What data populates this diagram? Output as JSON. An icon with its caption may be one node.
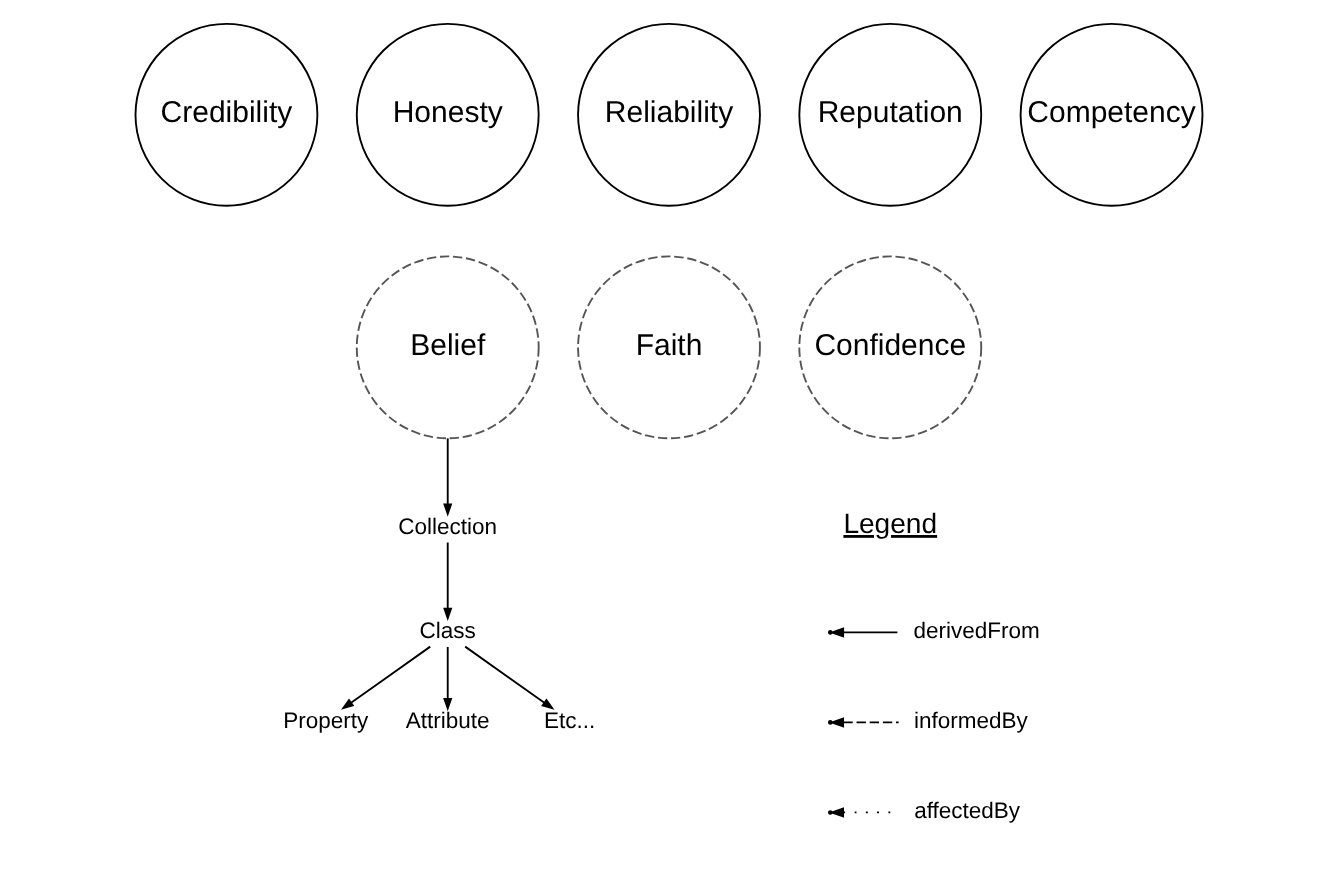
{
  "diagram": {
    "nodes": [
      {
        "text": [
          "Credibility"
        ]
      },
      {
        "text": [
          "Honesty"
        ]
      },
      {
        "text": [
          "Reliability"
        ]
      },
      {
        "text": [
          "Reputation"
        ]
      },
      {
        "text": [
          "Competency"
        ]
      },
      {
        "text": [
          "Belief"
        ]
      },
      {
        "text": [
          "Faith"
        ]
      },
      {
        "text": [
          "Confidence"
        ]
      },
      {
        "text": [
          "Collection"
        ]
      },
      {
        "text": [
          "Class"
        ]
      },
      {
        "text": [
          "Property"
        ]
      },
      {
        "text": [
          "Attribute"
        ]
      },
      {
        "text": [
          "Etc..."
        ]
      }
    ],
    "edges": [
      {
        "from": 5,
        "to": 8,
        "arrow": "to"
      },
      {
        "from": 8,
        "to": 9,
        "arrow": "to"
      },
      {
        "from": 9,
        "to": 10,
        "arrow": "to"
      },
      {
        "from": 9,
        "to": 11,
        "arrow": "to"
      },
      {
        "from": 9,
        "to": 12,
        "arrow": "to"
      }
    ],
    "labels": [
      "Legend"
    ],
    "legend": [
      {
        "text": "derivedFrom"
      },
      {
        "text": "informedBy"
      },
      {
        "text": "affectedBy"
      }
    ]
  }
}
